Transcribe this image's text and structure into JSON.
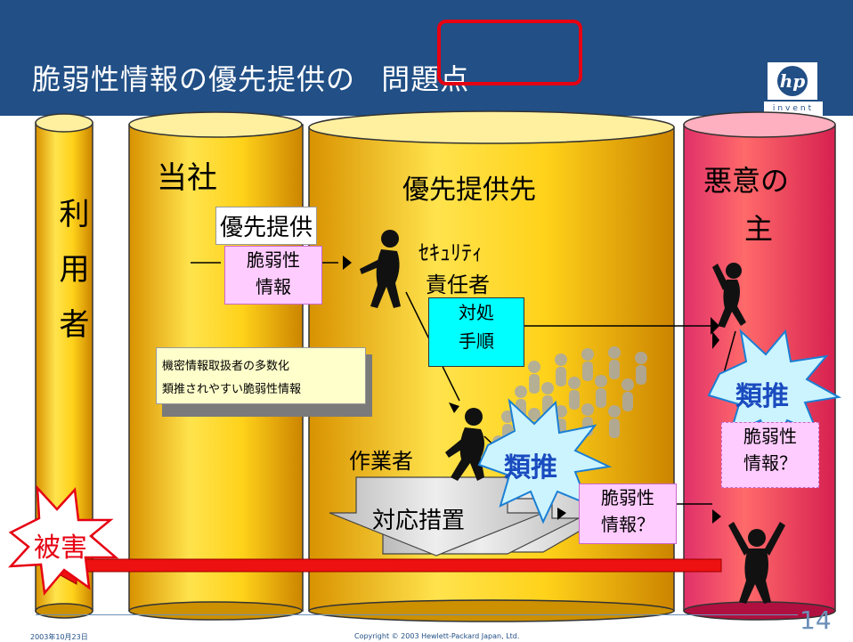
{
  "title": {
    "main": "脆弱性情報の優先提供の",
    "highlight": "問題点"
  },
  "logo": {
    "mark": "hp",
    "sub": "invent"
  },
  "columns": {
    "user": "利用者",
    "company": "当社",
    "recipient": "優先提供先",
    "malicious": [
      "悪意の",
      "主"
    ]
  },
  "labels": {
    "priority_provision": "優先提供",
    "security_officer": [
      "ｾｷｭﾘﾃｨ",
      "責任者"
    ],
    "worker": "作業者",
    "countermeasure": "対応措置",
    "damage": "被害",
    "inference": "類推"
  },
  "notes": {
    "vuln_info": [
      "脆弱性",
      "情報"
    ],
    "procedure": [
      "対処",
      "手順"
    ],
    "vuln_info_q": [
      "脆弱性",
      "情報？"
    ]
  },
  "issues": [
    "機密情報取扱者の多数化",
    "類推されやすい脆弱性情報"
  ],
  "footer": {
    "date": "2003年10月23日",
    "copyright": "Copyright © 2003 Hewlett-Packard Japan, Ltd.",
    "page": "14"
  }
}
